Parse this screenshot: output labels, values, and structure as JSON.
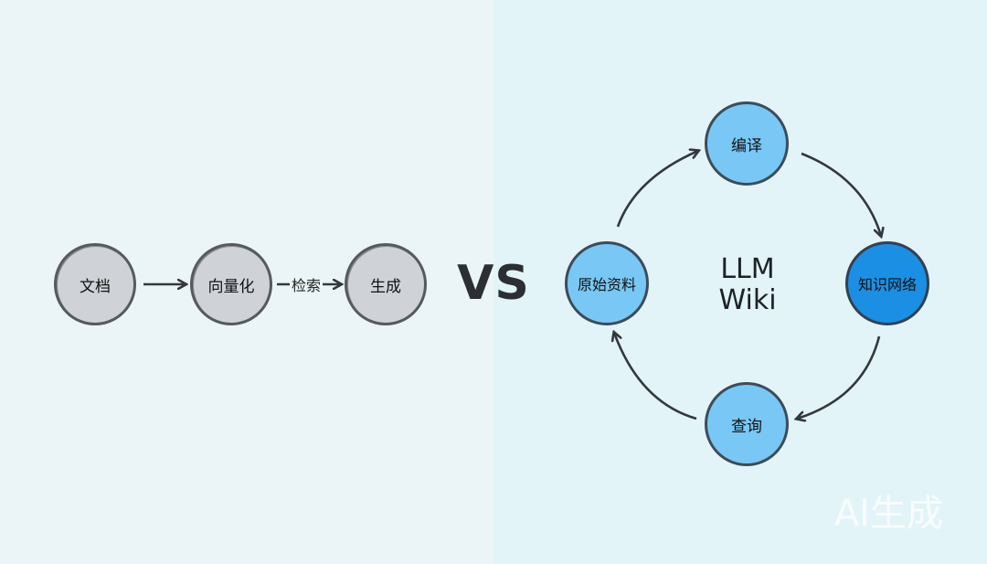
{
  "left_flow": {
    "nodes": [
      "文档",
      "向量化",
      "生成"
    ],
    "edge_labels": [
      "",
      "检索"
    ]
  },
  "vs_text": "VS",
  "right_cycle": {
    "center_lines": [
      "LLM",
      "Wiki"
    ],
    "nodes": {
      "compile": "编译",
      "knowledge_network": "知识网络",
      "query": "查询",
      "raw_material": "原始资料"
    }
  },
  "colors": {
    "gray_node": "#cfd3d8",
    "blue_node": "#79c7f4",
    "dark_blue_node": "#1a8fe3"
  },
  "watermark": "AI生成"
}
